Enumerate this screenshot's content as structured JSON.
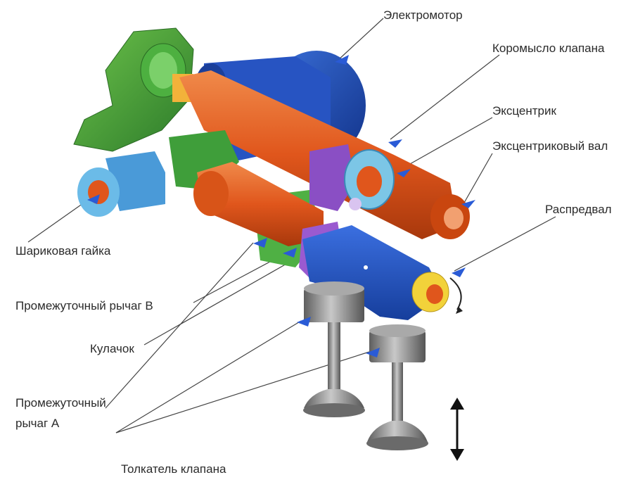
{
  "diagram": {
    "labels": {
      "electromotor": "Электромотор",
      "valve_rocker": "Коромысло клапана",
      "eccentric": "Эксцентрик",
      "eccentric_shaft": "Эксцентриковый вал",
      "camshaft": "Распредвал",
      "ball_nut": "Шариковая гайка",
      "intermediate_lever_b": "Промежуточный рычаг B",
      "cam": "Кулачок",
      "intermediate_lever_a_line1": "Промежуточный",
      "intermediate_lever_a_line2": "рычаг A",
      "valve_tappet": "Толкатель клапана"
    },
    "colors": {
      "motor": "#1f4fb3",
      "shaft": "#e0561c",
      "green_parts": "#3f9e3a",
      "light_blue": "#5aaee0",
      "purple": "#8a4fc4",
      "yellow": "#f2d23a",
      "valve_gray": "#8c8c8c",
      "pointer_arrow": "#2a5bd6",
      "leader_line": "#444444"
    }
  }
}
